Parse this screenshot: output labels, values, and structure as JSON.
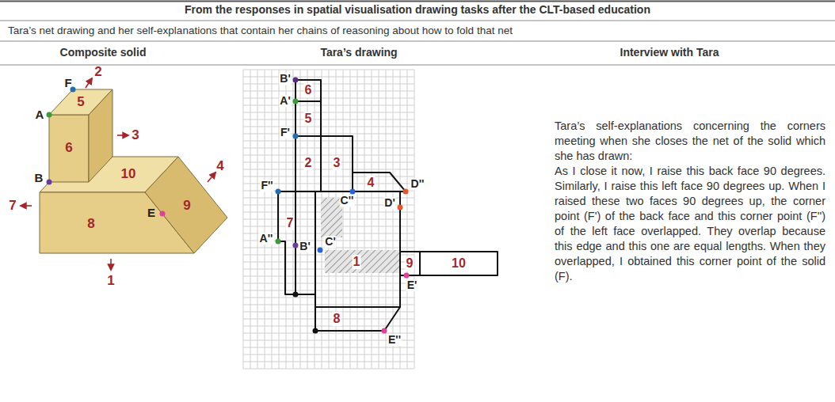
{
  "diagram": {
    "title": "From the responses in spatial visualisation drawing tasks after the CLT-based education",
    "labels": [
      "Tara’s net drawing and her self-explanations that contain her chains of reasoning about how to fold that net",
      "Composite solid",
      "Tara’s drawing",
      "Interview with Tara",
      "2",
      "F",
      "A",
      "5",
      "3",
      "4",
      "6",
      "B",
      "7",
      "10",
      "E",
      "9",
      "8",
      "1",
      "B'",
      "6",
      "A'",
      "5",
      "F'",
      "2",
      "3",
      "4",
      "D''",
      "F''",
      "C''",
      "D'",
      "7",
      "A''",
      "B'",
      "C'",
      "1",
      "9",
      "10",
      "E'",
      "8",
      "E''",
      "Tara’s self-explanations concerning the corners meeting when she closes the net of the solid which she has drawn:",
      "As I close it now, I raise this back face 90 degrees. Similarly, I raise this left face 90 degrees up. When I raised these two faces 90 degrees up, the corner point (F') of the back face and this corner point (F'') of the left face overlapped. They overlap because this edge and this one are equal lengths. When they overlapped, I obtained this corner point of the solid (F)."
    ]
  }
}
